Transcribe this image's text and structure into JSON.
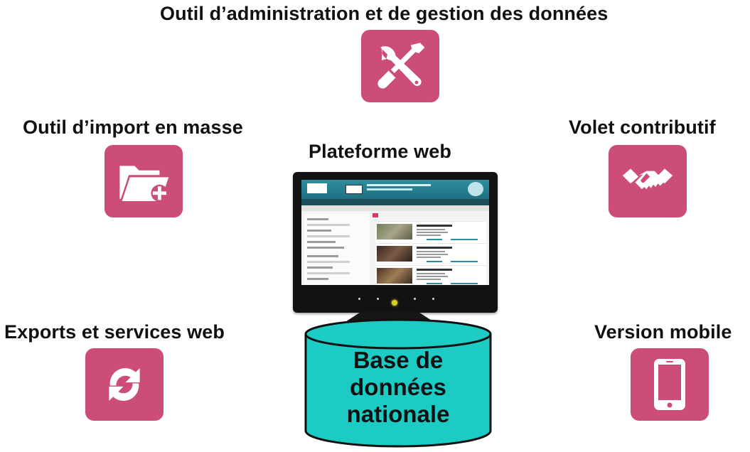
{
  "center": {
    "title": "Plateforme web",
    "database": {
      "line1": "Base de",
      "line2": "données",
      "line3": "nationale"
    }
  },
  "modules": {
    "admin": {
      "label": "Outil d’administration et de gestion des données",
      "icon": "tools-icon"
    },
    "import": {
      "label": "Outil d’import en masse",
      "icon": "folder-add-icon"
    },
    "contrib": {
      "label": "Volet contributif",
      "icon": "handshake-icon"
    },
    "exports": {
      "label": "Exports et services web",
      "icon": "sync-arrows-icon"
    },
    "mobile": {
      "label": "Version mobile",
      "icon": "smartphone-icon"
    }
  },
  "colors": {
    "tile": "#cc4d76",
    "database": "#1ccbc4",
    "monitor": "#121212"
  }
}
